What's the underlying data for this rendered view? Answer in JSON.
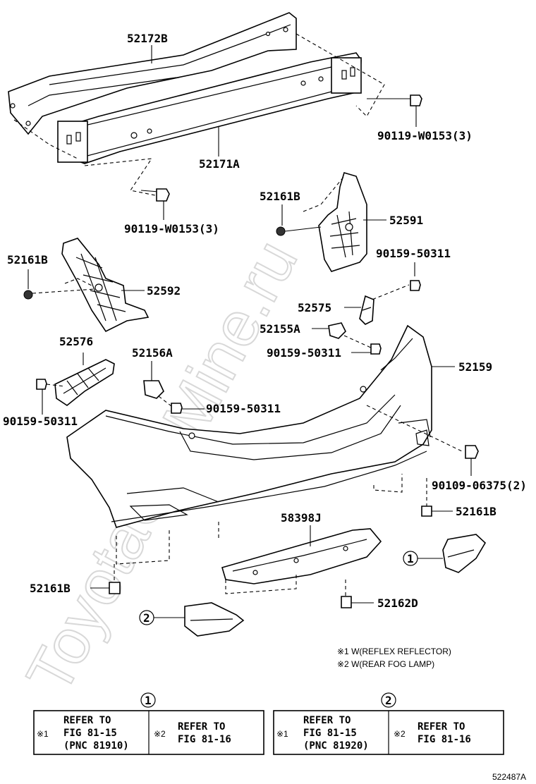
{
  "watermark": "ToyotaCarMine.ru",
  "parts": {
    "p52172B": "52172B",
    "p52171A": "52171A",
    "p90119_r": "90119-W0153(3)",
    "p90119_l": "90119-W0153(3)",
    "p52161B_a": "52161B",
    "p52591": "52591",
    "p52161B_b": "52161B",
    "p52592": "52592",
    "p90159_a": "90159-50311",
    "p52575": "52575",
    "p52155A": "52155A",
    "p90159_b": "90159-50311",
    "p52576": "52576",
    "p52156A": "52156A",
    "p52159": "52159",
    "p90159_c": "90159-50311",
    "p90159_d": "90159-50311",
    "p90109": "90109-06375(2)",
    "p52161B_c": "52161B",
    "p58398J": "58398J",
    "p52161B_d": "52161B",
    "p52162D": "52162D"
  },
  "callouts": {
    "one": "1",
    "two": "2"
  },
  "notes": {
    "n1": "※1 W(REFLEX REFLECTOR)",
    "n2": "※2 W(REAR FOG LAMP)"
  },
  "refer_boxes": [
    {
      "num": "1",
      "left_mark": "※1",
      "left_line1": "REFER TO",
      "left_line2": "FIG 81-15",
      "left_line3": "(PNC 81910)",
      "right_mark": "※2",
      "right_line1": "REFER TO",
      "right_line2": "FIG 81-16"
    },
    {
      "num": "2",
      "left_mark": "※1",
      "left_line1": "REFER TO",
      "left_line2": "FIG 81-15",
      "left_line3": "(PNC 81920)",
      "right_mark": "※2",
      "right_line1": "REFER TO",
      "right_line2": "FIG 81-16"
    }
  ],
  "figure_id": "522487A"
}
